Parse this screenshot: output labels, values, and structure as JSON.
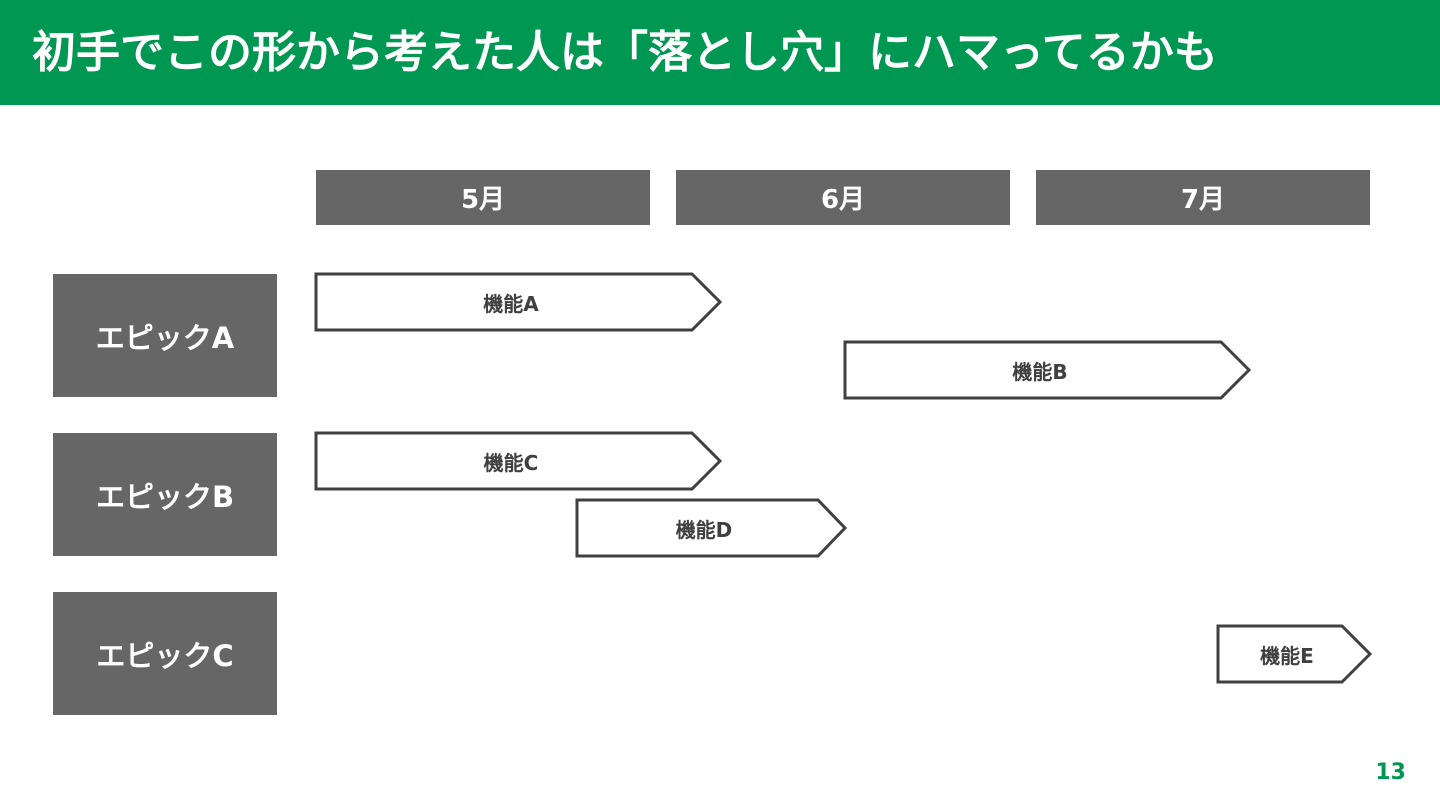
{
  "slide": {
    "title": "初手でこの形から考えた人は「落とし穴」にハマってるかも",
    "page_number": "13"
  },
  "colors": {
    "accent": "#009752",
    "header_fill": "#666666",
    "arrow_stroke": "#404040",
    "arrow_fill": "#ffffff"
  },
  "timeline": {
    "months": [
      "5月",
      "6月",
      "7月"
    ]
  },
  "epics": [
    {
      "label": "エピックA"
    },
    {
      "label": "エピックB"
    },
    {
      "label": "エピックC"
    }
  ],
  "features": [
    {
      "label": "機能A",
      "epic": "エピックA"
    },
    {
      "label": "機能B",
      "epic": "エピックA"
    },
    {
      "label": "機能C",
      "epic": "エピックB"
    },
    {
      "label": "機能D",
      "epic": "エピックB"
    },
    {
      "label": "機能E",
      "epic": "エピックC"
    }
  ]
}
